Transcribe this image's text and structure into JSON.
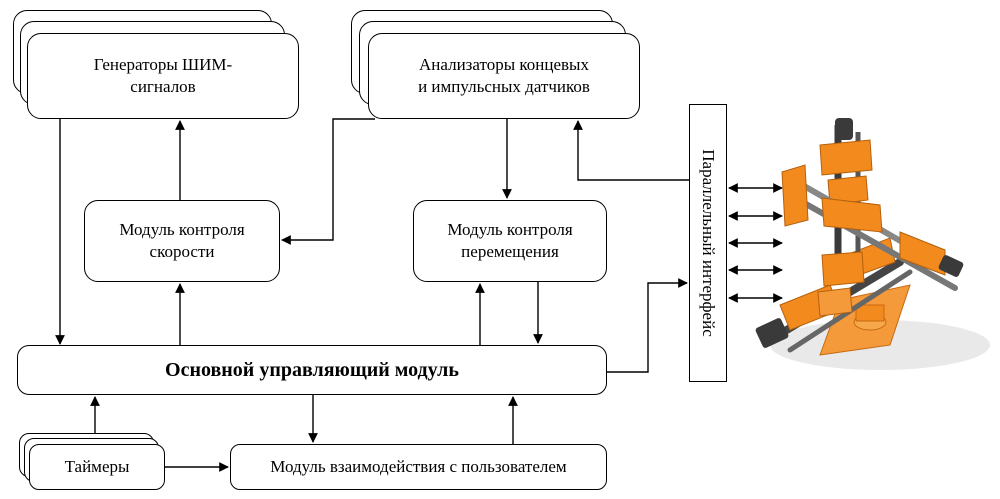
{
  "nodes": {
    "pwm": "Генераторы ШИМ-\nсигналов",
    "analyzers": "Анализаторы концевых\nи импульсных датчиков",
    "speed": "Модуль контроля\nскорости",
    "movement": "Модуль контроля\nперемещения",
    "main": "Основной управляющий модуль",
    "timers": "Таймеры",
    "user": "Модуль взаимодействия с пользователем",
    "parallel": "Параллельный интерфейс"
  },
  "illustration": "3-axis-robot-mechanism",
  "colors": {
    "line": "#000000",
    "robot_orange": "#f28a1e",
    "robot_dark": "#3a3a3a"
  }
}
